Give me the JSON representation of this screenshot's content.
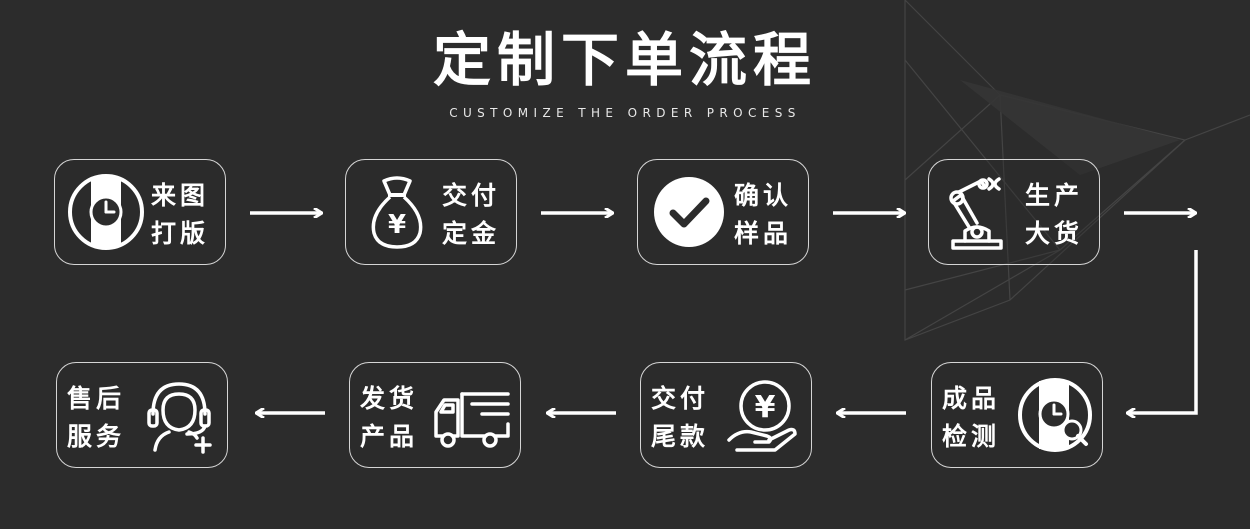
{
  "title": "定制下单流程",
  "subtitle": "CUSTOMIZE THE ORDER PROCESS",
  "steps": [
    {
      "line1": "来图",
      "line2": "打版",
      "icon": "watch-icon"
    },
    {
      "line1": "交付",
      "line2": "定金",
      "icon": "money-bag-yen-icon"
    },
    {
      "line1": "确认",
      "line2": "样品",
      "icon": "checkmark-circle-icon"
    },
    {
      "line1": "生产",
      "line2": "大货",
      "icon": "robot-arm-icon"
    },
    {
      "line1": "成品",
      "line2": "检测",
      "icon": "watch-inspection-icon"
    },
    {
      "line1": "交付",
      "line2": "尾款",
      "icon": "yen-coin-hand-icon"
    },
    {
      "line1": "发货",
      "line2": "产品",
      "icon": "delivery-truck-icon"
    },
    {
      "line1": "售后",
      "line2": "服务",
      "icon": "customer-service-icon"
    }
  ],
  "colors": {
    "background": "#2c2c2c",
    "foreground": "#ffffff",
    "border": "#d5d5d5"
  }
}
